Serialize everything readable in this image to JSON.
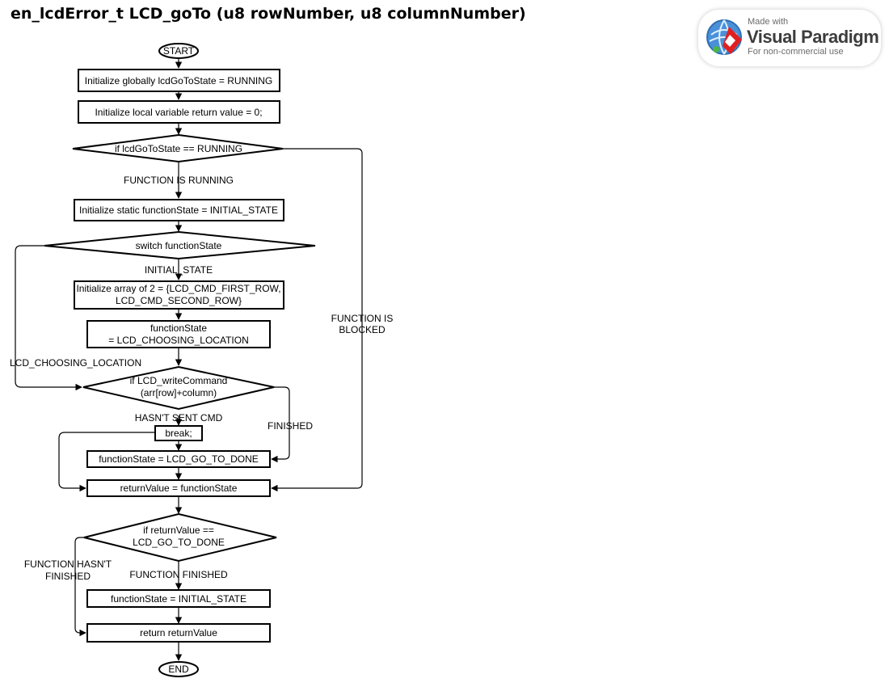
{
  "title": "en_lcdError_t LCD_goTo (u8 rowNumber, u8 columnNumber)",
  "watermark": {
    "made_with": "Made with",
    "brand": "Visual Paradigm",
    "sub": "For non-commercial use"
  },
  "colors": {
    "logo_blue": "#4a90d9",
    "logo_red": "#e02020",
    "logo_green": "#49b649"
  },
  "nodes": {
    "start": "START",
    "init_global": "Initialize globally lcdGoToState = RUNNING",
    "init_local": "Initialize local variable return value =  0;",
    "if_running": "if lcdGoToState == RUNNING",
    "init_static": "Initialize static functionState = INITIAL_STATE",
    "switch_state": "switch functionState",
    "init_array_l1": "Initialize array of 2 = {LCD_CMD_FIRST_ROW,",
    "init_array_l2": "LCD_CMD_SECOND_ROW}",
    "set_choosing_l1": "functionState",
    "set_choosing_l2": "= LCD_CHOOSING_LOCATION",
    "if_write_l1": "if LCD_writeCommand",
    "if_write_l2": "(arr[row]+column)",
    "break": "break;",
    "set_done": "functionState = LCD_GO_TO_DONE",
    "ret_assign": "returnValue = functionState",
    "if_ret_l1": "if returnValue ==",
    "if_ret_l2": "LCD_GO_TO_DONE",
    "reset_state": "functionState = INITIAL_STATE",
    "return": "return returnValue",
    "end": "END"
  },
  "edge_labels": {
    "function_running": "FUNCTION IS RUNNING",
    "initial_state": "INITIAL_STATE",
    "function_blocked_l1": "FUNCTION IS",
    "function_blocked_l2": "BLOCKED",
    "choosing_location": "LCD_CHOOSING_LOCATION",
    "hasnt_sent": "HASN'T SENT CMD",
    "finished": "FINISHED",
    "not_finished_l1": "FUNCTION HASN'T",
    "not_finished_l2": "FINISHED",
    "function_finished": "FUNCTION FINISHED"
  }
}
